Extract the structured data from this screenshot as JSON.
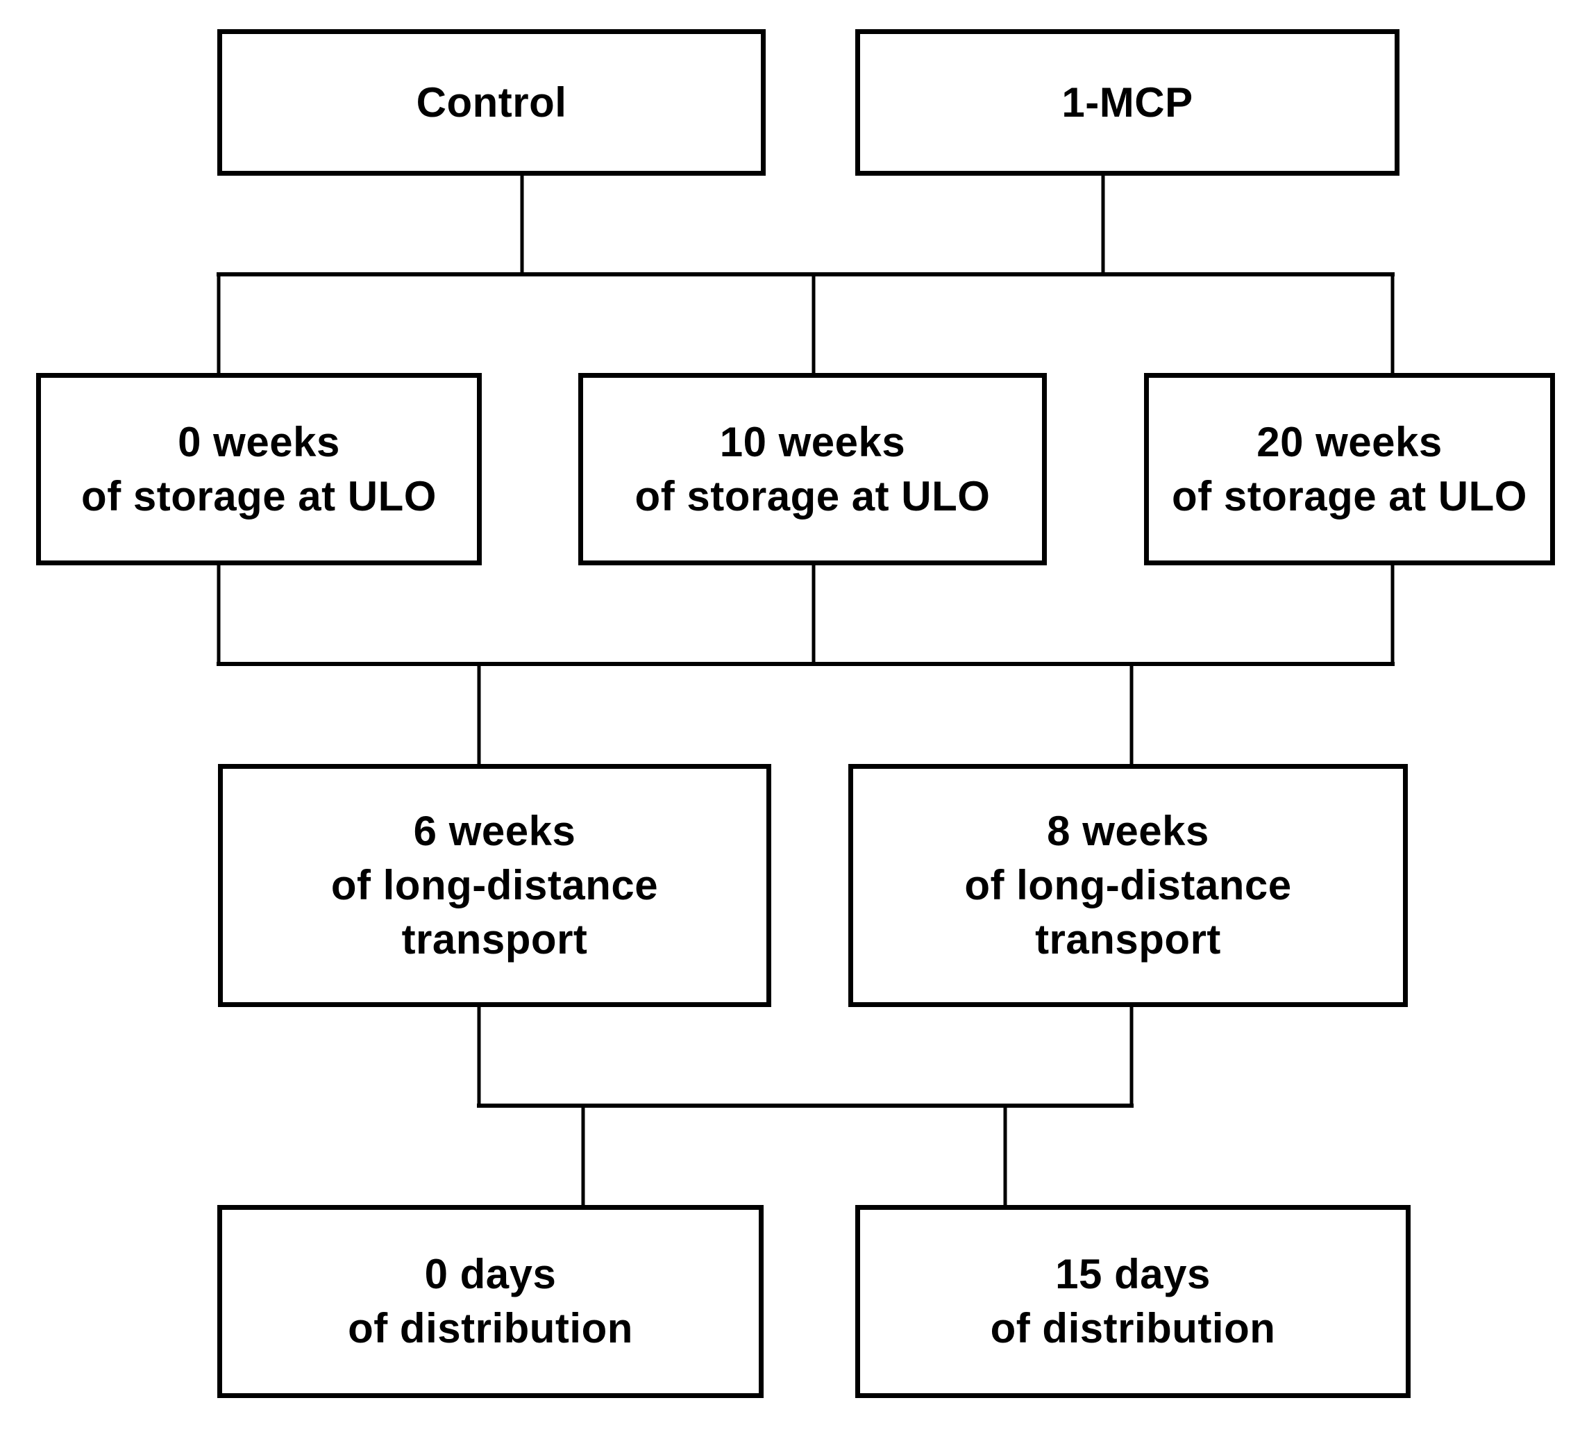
{
  "diagram": {
    "type": "flowchart",
    "colors": {
      "background": "#ffffff",
      "line": "#000000",
      "text": "#000000",
      "node_fill": "#ffffff",
      "node_border": "#000000"
    },
    "nodes": {
      "control": {
        "label": "Control"
      },
      "mcp": {
        "label": "1-MCP"
      },
      "storage0": {
        "label": "0 weeks\nof storage at ULO"
      },
      "storage10": {
        "label": "10 weeks\nof storage at ULO"
      },
      "storage20": {
        "label": "20 weeks\nof storage at ULO"
      },
      "transport6": {
        "label": "6 weeks\nof long-distance\ntransport"
      },
      "transport8": {
        "label": "8 weeks\nof long-distance\ntransport"
      },
      "dist0": {
        "label": "0 days\nof distribution"
      },
      "dist15": {
        "label": "15 days\nof distribution"
      }
    },
    "edges": [
      {
        "from": [
          "control",
          "mcp"
        ],
        "to": [
          "storage0",
          "storage10",
          "storage20"
        ]
      },
      {
        "from": [
          "storage0",
          "storage10",
          "storage20"
        ],
        "to": [
          "transport6",
          "transport8"
        ]
      },
      {
        "from": [
          "transport6",
          "transport8"
        ],
        "to": [
          "dist0",
          "dist15"
        ]
      }
    ]
  }
}
